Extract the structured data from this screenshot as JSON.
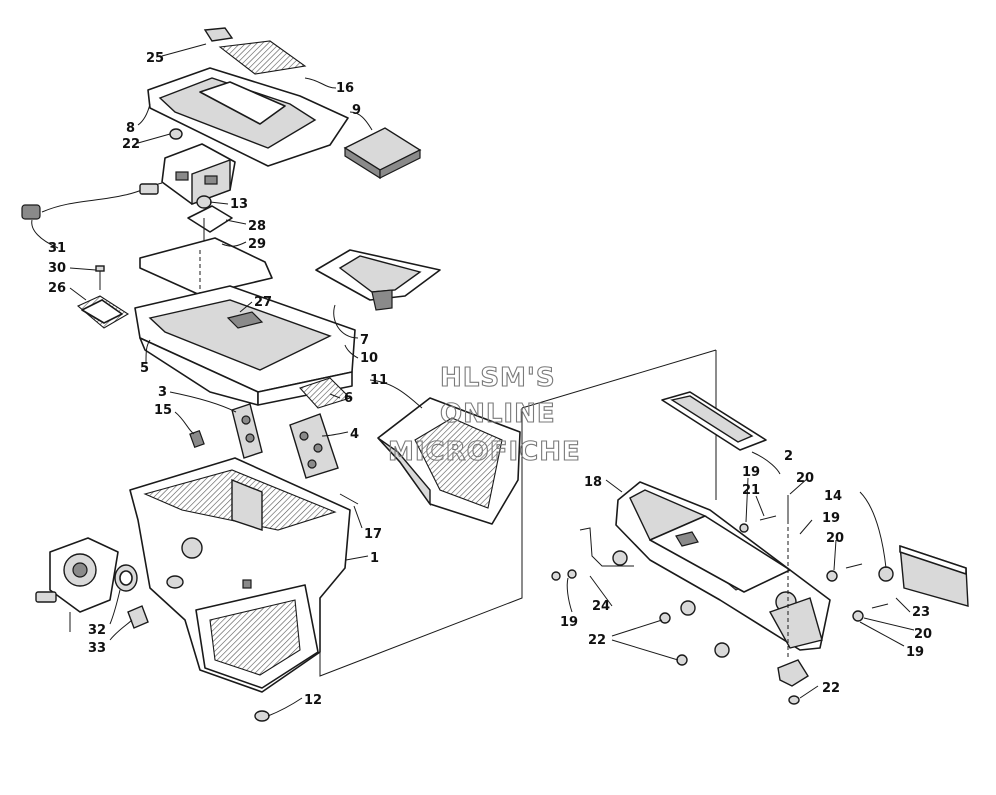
{
  "watermark": {
    "line1": "HLSM'S",
    "line2": "ONLINE",
    "line3": "MICROFICHE"
  },
  "callouts": {
    "n25": "25",
    "n16": "16",
    "n9": "9",
    "n8": "8",
    "n22a": "22",
    "n13": "13",
    "n28": "28",
    "n29": "29",
    "n31": "31",
    "n30": "30",
    "n26": "26",
    "n27": "27",
    "n7": "7",
    "n10": "10",
    "n5": "5",
    "n11": "11",
    "n3": "3",
    "n6": "6",
    "n15": "15",
    "n4": "4",
    "n17": "17",
    "n1": "1",
    "n32": "32",
    "n33": "33",
    "n12": "12",
    "n2": "2",
    "n18": "18",
    "n19a": "19",
    "n21": "21",
    "n20a": "20",
    "n14": "14",
    "n19b": "19",
    "n20b": "20",
    "n24": "24",
    "n19c": "19",
    "n22b": "22",
    "n23": "23",
    "n20c": "20",
    "n19d": "19",
    "n22c": "22"
  }
}
